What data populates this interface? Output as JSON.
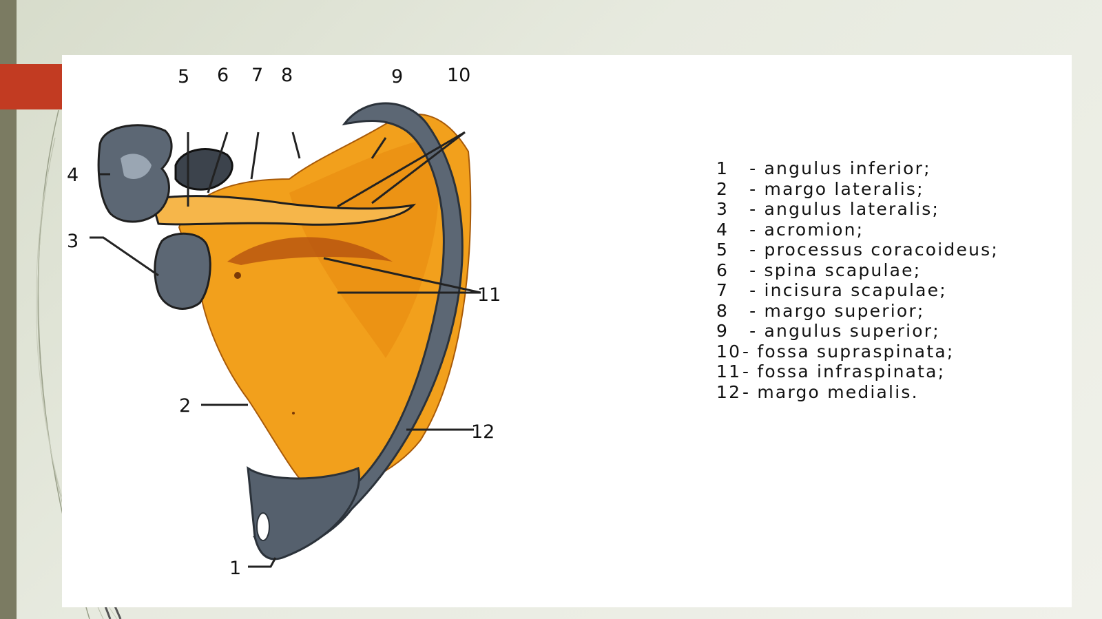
{
  "diagram": {
    "callouts": [
      "1",
      "2",
      "3",
      "4",
      "5",
      "6",
      "7",
      "8",
      "9",
      "10",
      "11",
      "12"
    ]
  },
  "legend": {
    "items": [
      {
        "num": "1",
        "text": "  - angulus inferior;"
      },
      {
        "num": "2",
        "text": "  - margo lateralis;"
      },
      {
        "num": "3",
        "text": "  - angulus lateralis;"
      },
      {
        "num": "4",
        "text": "  - acromion;"
      },
      {
        "num": "5",
        "text": "  - processus coracoideus;"
      },
      {
        "num": "6",
        "text": "  - spina scapulae;"
      },
      {
        "num": "7",
        "text": "  - incisura scapulae;"
      },
      {
        "num": "8",
        "text": "  - margo superior;"
      },
      {
        "num": "9",
        "text": "  - angulus superior;"
      },
      {
        "num": "10",
        "text": "- fossa supraspinata;"
      },
      {
        "num": "11",
        "text": "- fossa infraspinata;"
      },
      {
        "num": "12",
        "text": "- margo medialis."
      }
    ]
  },
  "colors": {
    "bone_fill": "#f2a01c",
    "bone_shadow": "#d9760f",
    "cartilage": "#5c6774",
    "accent_tab": "#c23b22",
    "side_bar": "#7b7b62"
  }
}
